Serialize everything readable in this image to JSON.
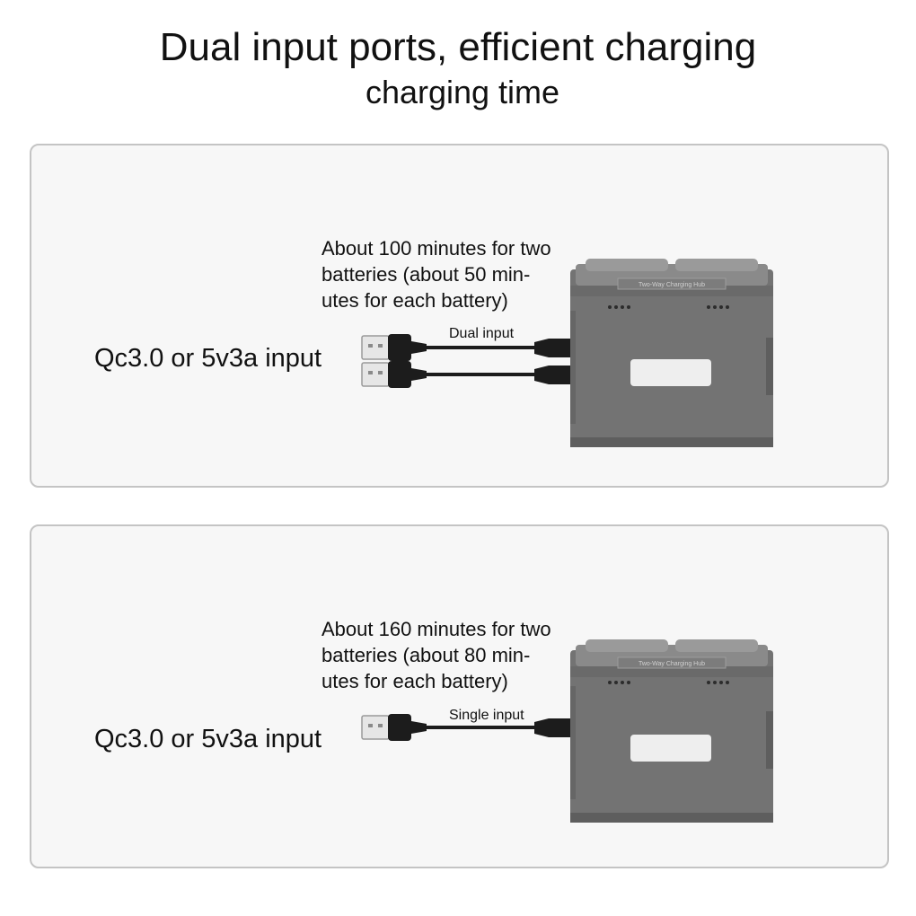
{
  "header": {
    "title": "Dual input ports, efficient charging",
    "subtitle": "charging time"
  },
  "panels": [
    {
      "time_note": "About 100 minutes for two\nbatteries (about 50 min-\nutes for each battery)",
      "input_label": "Qc3.0 or 5v3a input",
      "cable_label": "Dual input",
      "hub_label": "Two-Way  Charging  Hub",
      "cable_count": 2
    },
    {
      "time_note": "About 160 minutes for two\nbatteries (about 80 min-\nutes for each battery)",
      "input_label": "Qc3.0 or 5v3a input",
      "cable_label": "Single input",
      "hub_label": "Two-Way  Charging  Hub",
      "cable_count": 1
    }
  ],
  "colors": {
    "hub_body": "#737373",
    "hub_dark": "#5e5e5e",
    "hub_light": "#8a8a8a",
    "cable": "#1c1c1c",
    "panel_border": "#c4c4c4",
    "panel_bg": "#f7f7f7"
  }
}
